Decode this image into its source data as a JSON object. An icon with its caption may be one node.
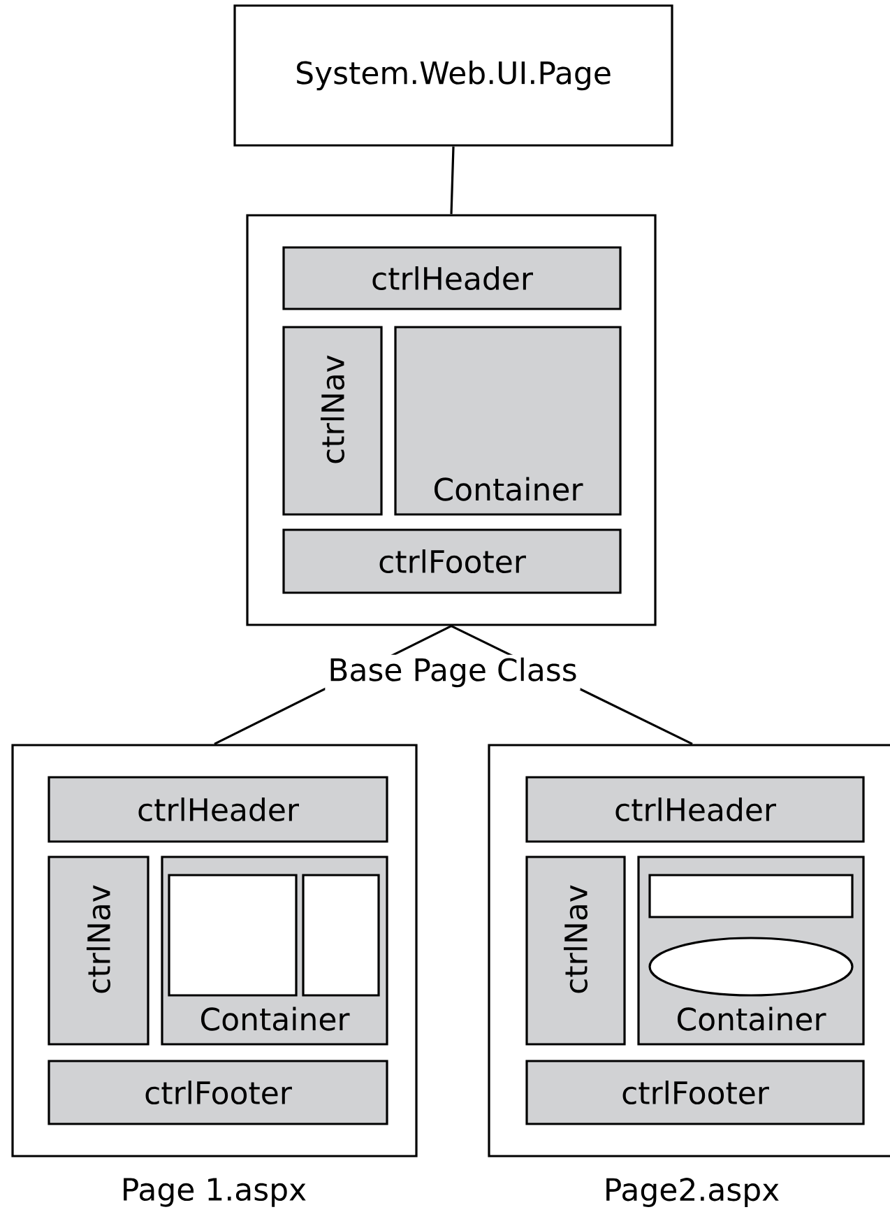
{
  "diagram": {
    "nodes": [
      {
        "text": [
          "System.Web.UI.Page"
        ]
      },
      {
        "text": [],
        "shape": "box",
        "beside": [
          "Base Page Class"
        ]
      },
      {
        "text": [
          "ctrlHeader"
        ],
        "in": 1
      },
      {
        "text": [
          "ctrlNav"
        ],
        "in": 1
      },
      {
        "text": [
          "Container"
        ],
        "in": 1
      },
      {
        "text": [
          "ctrlFooter"
        ],
        "in": 1
      },
      {
        "text": [],
        "shape": "box",
        "beside": [
          "Page 1.aspx"
        ]
      },
      {
        "text": [
          "ctrlHeader"
        ],
        "in": 6
      },
      {
        "text": [
          "ctrlNav"
        ],
        "in": 6
      },
      {
        "text": [
          "Container"
        ],
        "in": 6
      },
      {
        "text": [],
        "shape": "box",
        "in": 9
      },
      {
        "text": [],
        "shape": "box",
        "in": 9
      },
      {
        "text": [
          "ctrlFooter"
        ],
        "in": 6
      },
      {
        "text": [],
        "shape": "box",
        "beside": [
          "Page2.aspx"
        ]
      },
      {
        "text": [
          "ctrlHeader"
        ],
        "in": 13
      },
      {
        "text": [
          "ctrlNav"
        ],
        "in": 13
      },
      {
        "text": [
          "Container"
        ],
        "in": 13
      },
      {
        "text": [],
        "shape": "box",
        "in": 16
      },
      {
        "text": [],
        "shape": "ellipse",
        "in": 16
      },
      {
        "text": [
          "ctrlFooter"
        ],
        "in": 13
      }
    ],
    "edges": [
      {
        "from": 0,
        "to": 1,
        "arrow": "none"
      },
      {
        "from": 1,
        "to": 6,
        "arrow": "none"
      },
      {
        "from": 1,
        "to": 13,
        "arrow": "none"
      }
    ]
  }
}
